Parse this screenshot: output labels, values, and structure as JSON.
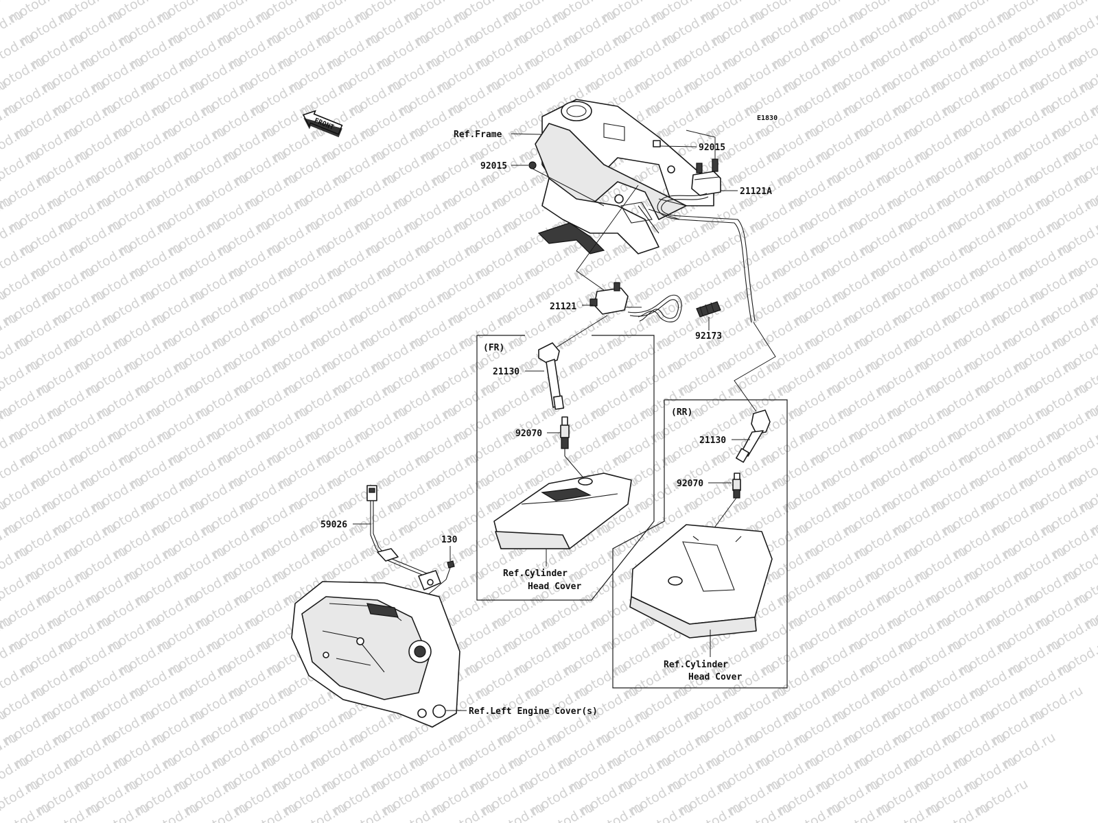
{
  "watermark": {
    "text": "motod.ru"
  },
  "diagram": {
    "code": "E1830",
    "front_label": "FRONT",
    "groups": {
      "front": "(FR)",
      "rear": "(RR)"
    },
    "labels": {
      "ref_frame": "Ref.Frame",
      "p92015_top": "92015",
      "p92015_left": "92015",
      "p21121A": "21121A",
      "p21121": "21121",
      "p92173": "92173",
      "p21130_fr": "21130",
      "p92070_fr": "92070",
      "ref_head_fr_1": "Ref.Cylinder",
      "ref_head_fr_2": "Head Cover",
      "p21130_rr": "21130",
      "p92070_rr": "92070",
      "ref_head_rr_1": "Ref.Cylinder",
      "ref_head_rr_2": "Head Cover",
      "p59026": "59026",
      "p130": "130",
      "ref_left_cover": "Ref.Left Engine Cover(s)"
    }
  }
}
